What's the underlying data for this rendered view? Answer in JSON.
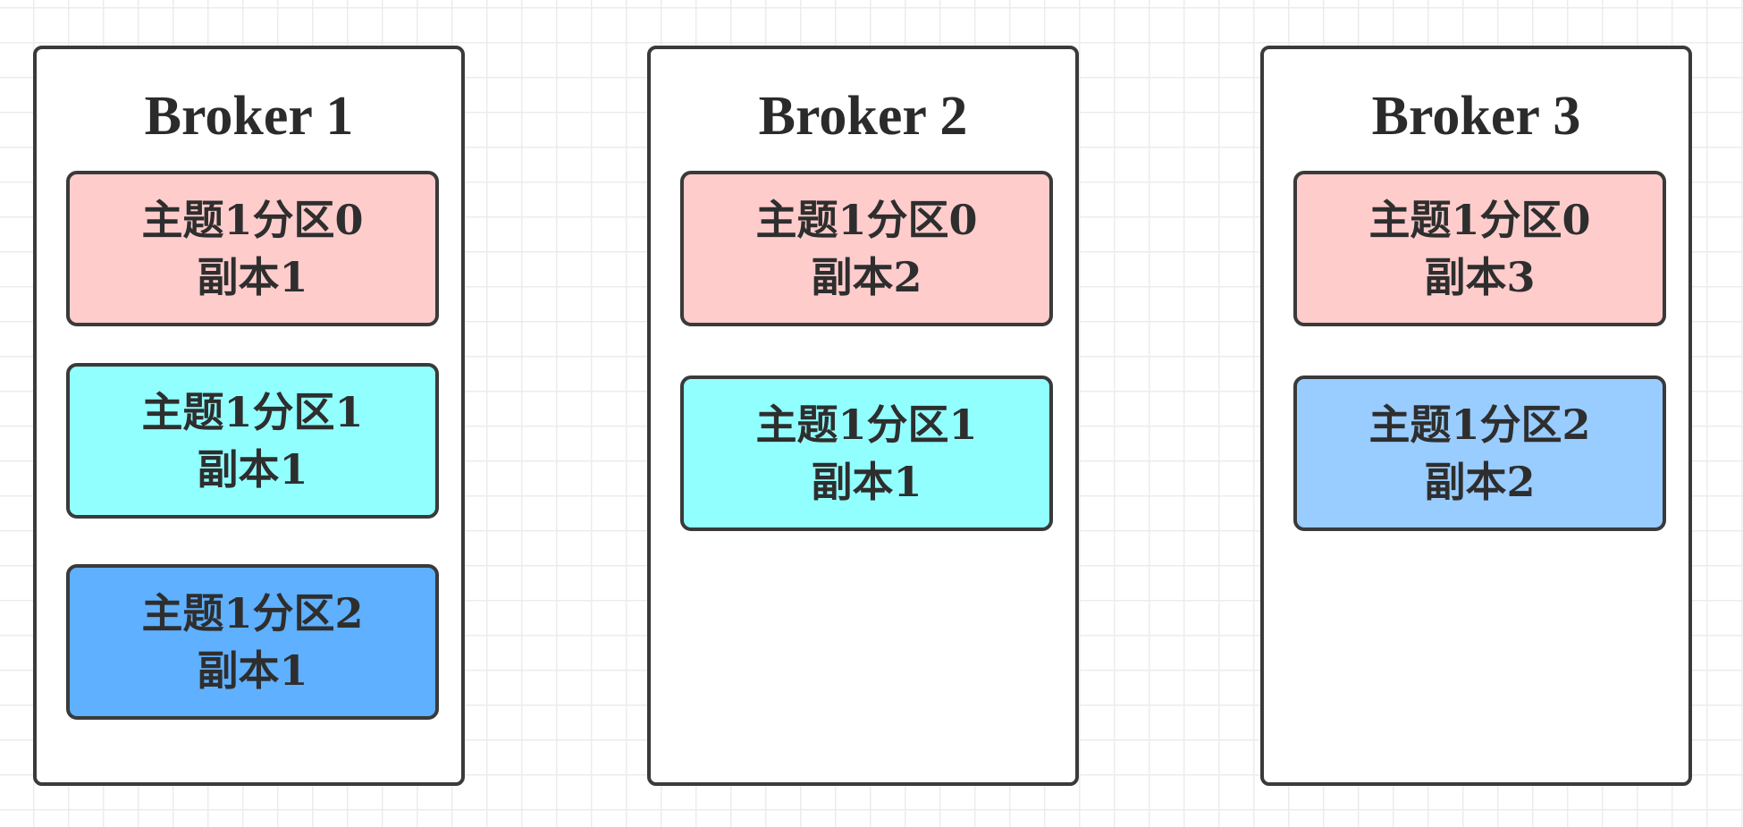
{
  "brokers": [
    {
      "title": "Broker 1",
      "replicas": [
        {
          "partition": "主题1分区0",
          "replica": "副本1",
          "color": "#ffcccc"
        },
        {
          "partition": "主题1分区1",
          "replica": "副本1",
          "color": "#92ffff"
        },
        {
          "partition": "主题1分区2",
          "replica": "副本1",
          "color": "#5fb0ff"
        }
      ]
    },
    {
      "title": "Broker 2",
      "replicas": [
        {
          "partition": "主题1分区0",
          "replica": "副本2",
          "color": "#ffcccc"
        },
        {
          "partition": "主题1分区1",
          "replica": "副本1",
          "color": "#92ffff"
        }
      ]
    },
    {
      "title": "Broker 3",
      "replicas": [
        {
          "partition": "主题1分区0",
          "replica": "副本3",
          "color": "#ffcccc"
        },
        {
          "partition": "主题1分区2",
          "replica": "副本2",
          "color": "#99ccff"
        }
      ]
    }
  ]
}
